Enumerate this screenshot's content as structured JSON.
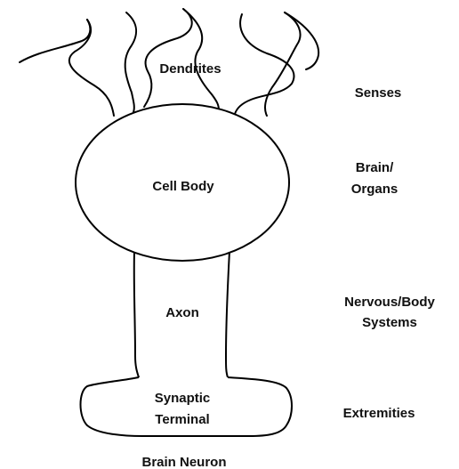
{
  "diagram": {
    "parts": {
      "dendrites": "Dendrites",
      "cell_body": "Cell Body",
      "axon": "Axon",
      "terminal_line1": "Synaptic",
      "terminal_line2": "Terminal"
    },
    "mapping": {
      "senses": "Senses",
      "brain_organs_line1": "Brain/",
      "brain_organs_line2": "Organs",
      "nervous_body_line1": "Nervous/Body",
      "nervous_body_line2": "Systems",
      "extremities": "Extremities"
    },
    "caption": "Brain Neuron"
  }
}
